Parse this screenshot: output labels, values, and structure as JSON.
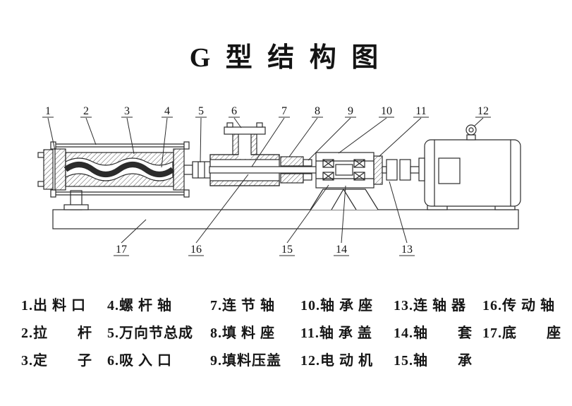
{
  "title": "G 型 结 构 图",
  "diagram": {
    "callouts": [
      "1",
      "2",
      "3",
      "4",
      "5",
      "6",
      "7",
      "8",
      "9",
      "10",
      "11",
      "12",
      "13",
      "14",
      "15",
      "16",
      "17"
    ]
  },
  "legend": {
    "rows": [
      [
        "1.出 料 口",
        "4.螺 杆 轴",
        "7.连 节 轴",
        "10.轴 承 座",
        "13.连 轴 器",
        "16.传 动 轴"
      ],
      [
        "2.拉　　杆",
        "5.万向节总成",
        "8.填 料 座",
        "11.轴 承 盖",
        "14.轴　　套",
        "17.底　　座"
      ],
      [
        "3.定　　子",
        "6.吸 入 口",
        "9.填料压盖",
        "12.电 动 机",
        "15.轴　　承"
      ]
    ]
  }
}
